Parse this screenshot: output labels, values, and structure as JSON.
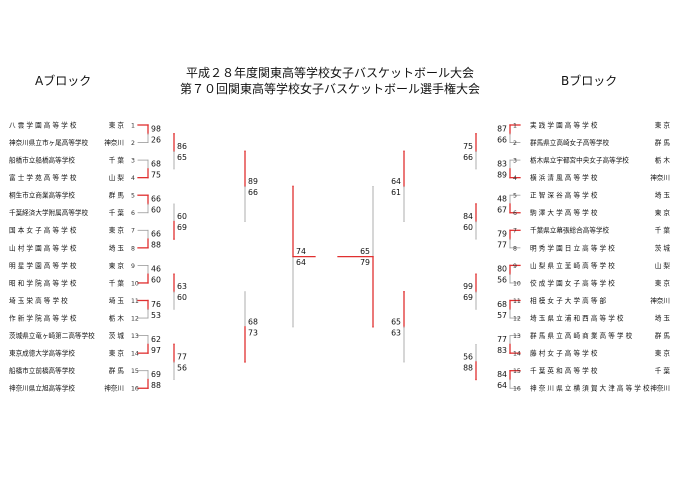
{
  "title": {
    "line1": "平成２８年度関東高等学校女子バスケットボール大会",
    "line2": "第７０回関東高等学校女子バスケットボール選手権大会"
  },
  "blocks": {
    "a": "Aブロック",
    "b": "Bブロック"
  },
  "a_teams": [
    {
      "seed": "1",
      "name": "八 雲 学 園 高 等 学 校",
      "pref": "東 京"
    },
    {
      "seed": "2",
      "name": "神奈川県立市ヶ尾高等学校",
      "pref": "神奈川"
    },
    {
      "seed": "3",
      "name": "船橋市立船橋高等学校",
      "pref": "千 葉"
    },
    {
      "seed": "4",
      "name": "富 士 学 苑 高 等 学 校",
      "pref": "山 梨"
    },
    {
      "seed": "5",
      "name": "桐生市立商業高等学校",
      "pref": "群 馬"
    },
    {
      "seed": "6",
      "name": "千葉経済大学附属高等学校",
      "pref": "千 葉"
    },
    {
      "seed": "7",
      "name": "国 本 女 子 高 等 学 校",
      "pref": "東 京"
    },
    {
      "seed": "8",
      "name": "山 村 学 園 高 等 学 校",
      "pref": "埼 玉"
    },
    {
      "seed": "9",
      "name": "明 星 学 園 高 等 学 校",
      "pref": "東 京"
    },
    {
      "seed": "10",
      "name": "昭 和 学 院 高 等 学 校",
      "pref": "千 葉"
    },
    {
      "seed": "11",
      "name": "埼 玉 栄 高 等 学 校",
      "pref": "埼 玉"
    },
    {
      "seed": "12",
      "name": "作 新 学 院 高 等 学 校",
      "pref": "栃 木"
    },
    {
      "seed": "13",
      "name": "茨城県立竜ヶ崎第二高等学校",
      "pref": "茨 城"
    },
    {
      "seed": "14",
      "name": "東京成徳大学高等学校",
      "pref": "東 京"
    },
    {
      "seed": "15",
      "name": "船橋市立前橋高等学校",
      "pref": "群 馬"
    },
    {
      "seed": "16",
      "name": "神奈川県立旭高等学校",
      "pref": "神奈川"
    }
  ],
  "b_teams": [
    {
      "seed": "1",
      "name": "実 践 学 園 高 等 学 校",
      "pref": "東 京"
    },
    {
      "seed": "2",
      "name": "群馬県立高崎女子高等学校",
      "pref": "群 馬"
    },
    {
      "seed": "3",
      "name": "栃木県立宇都宮中央女子高等学校",
      "pref": "栃 木"
    },
    {
      "seed": "4",
      "name": "横 浜 清 風 高 等 学 校",
      "pref": "神奈川"
    },
    {
      "seed": "5",
      "name": "正 智 深 谷 高 等 学 校",
      "pref": "埼 玉"
    },
    {
      "seed": "6",
      "name": "駒 澤 大 学 高 等 学 校",
      "pref": "東 京"
    },
    {
      "seed": "7",
      "name": "千葉県立幕張総合高等学校",
      "pref": "千 葉"
    },
    {
      "seed": "8",
      "name": "明 秀 学 園 日 立 高 等 学 校",
      "pref": "茨 城"
    },
    {
      "seed": "9",
      "name": "山 梨 県 立 韮 崎 高 等 学 校",
      "pref": "山 梨"
    },
    {
      "seed": "10",
      "name": "佼 成 学 園 女 子 高 等 学 校",
      "pref": "東 京"
    },
    {
      "seed": "11",
      "name": "相 模 女 子 大 学 高 等 部",
      "pref": "神奈川"
    },
    {
      "seed": "12",
      "name": "埼 玉 県 立 浦 和 西 高 等 学 校",
      "pref": "埼 玉"
    },
    {
      "seed": "13",
      "name": "群 馬 県 立 高 崎 商 業 高 等 学 校",
      "pref": "群 馬"
    },
    {
      "seed": "14",
      "name": "藤 村 女 子 高 等 学 校",
      "pref": "東 京"
    },
    {
      "seed": "15",
      "name": "千 葉 英 和 高 等 学 校",
      "pref": "千 葉"
    },
    {
      "seed": "16",
      "name": "神 奈 川 県 立 横 須 賀 大 津 高 等 学 校",
      "pref": "神奈川"
    }
  ],
  "a_results": {
    "r1": [
      {
        "top": "98",
        "bottom": "26",
        "winner": "top"
      },
      {
        "top": "68",
        "bottom": "75",
        "winner": "bottom"
      },
      {
        "top": "66",
        "bottom": "60",
        "winner": "top"
      },
      {
        "top": "66",
        "bottom": "88",
        "winner": "bottom"
      },
      {
        "top": "46",
        "bottom": "60",
        "winner": "bottom"
      },
      {
        "top": "76",
        "bottom": "53",
        "winner": "top"
      },
      {
        "top": "62",
        "bottom": "97",
        "winner": "bottom"
      },
      {
        "top": "69",
        "bottom": "88",
        "winner": "bottom"
      }
    ],
    "r2": [
      {
        "top": "86",
        "bottom": "65",
        "winner": "top"
      },
      {
        "top": "60",
        "bottom": "69",
        "winner": "bottom"
      },
      {
        "top": "63",
        "bottom": "60",
        "winner": "top"
      },
      {
        "top": "77",
        "bottom": "56",
        "winner": "top"
      }
    ],
    "r3": [
      {
        "top": "89",
        "bottom": "66",
        "winner": "top"
      },
      {
        "top": "68",
        "bottom": "73",
        "winner": "bottom"
      }
    ],
    "r4": [
      {
        "top": "74",
        "bottom": "64",
        "winner": "top"
      }
    ]
  },
  "b_results": {
    "r1": [
      {
        "top": "87",
        "bottom": "66",
        "winner": "top"
      },
      {
        "top": "83",
        "bottom": "89",
        "winner": "bottom"
      },
      {
        "top": "48",
        "bottom": "67",
        "winner": "bottom"
      },
      {
        "top": "79",
        "bottom": "77",
        "winner": "top"
      },
      {
        "top": "80",
        "bottom": "56",
        "winner": "top"
      },
      {
        "top": "68",
        "bottom": "57",
        "winner": "top"
      },
      {
        "top": "77",
        "bottom": "83",
        "winner": "bottom"
      },
      {
        "top": "84",
        "bottom": "64",
        "winner": "top"
      }
    ],
    "r2": [
      {
        "top": "75",
        "bottom": "66",
        "winner": "top"
      },
      {
        "top": "84",
        "bottom": "60",
        "winner": "top"
      },
      {
        "top": "99",
        "bottom": "69",
        "winner": "top"
      },
      {
        "top": "56",
        "bottom": "88",
        "winner": "bottom"
      }
    ],
    "r3": [
      {
        "top": "64",
        "bottom": "61",
        "winner": "top"
      },
      {
        "top": "65",
        "bottom": "63",
        "winner": "top"
      }
    ],
    "r4": [
      {
        "top": "65",
        "bottom": "79",
        "winner": "bottom"
      }
    ]
  },
  "colors": {
    "winner": "#e03030",
    "loser": "#999999",
    "text": "#111111"
  }
}
